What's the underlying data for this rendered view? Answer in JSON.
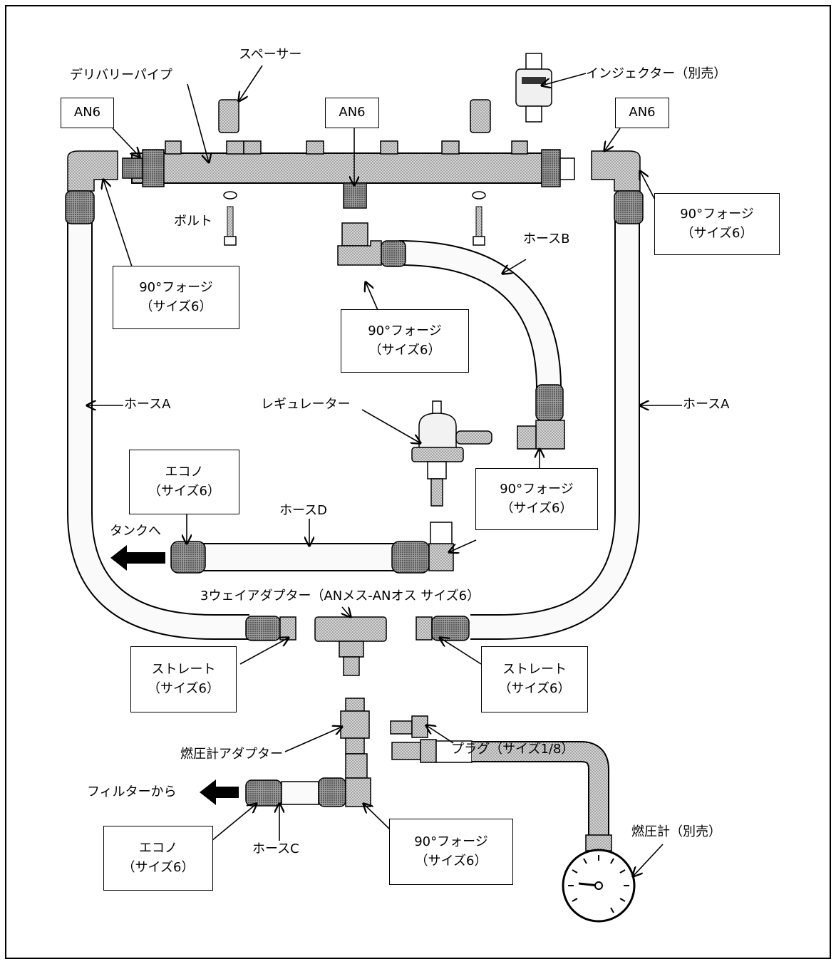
{
  "labels": {
    "an6_left": "AN6",
    "an6_center": "AN6",
    "an6_right": "AN6",
    "delivery_pipe": "デリバリーパイプ",
    "spacer": "スペーサー",
    "injector": "インジェクター（別売）",
    "bolt": "ボルト",
    "forge_1": [
      "90°フォージ",
      "（サイズ6）"
    ],
    "forge_2": [
      "90°フォージ",
      "（サイズ6）"
    ],
    "forge_3": [
      "90°フォージ",
      "（サイズ6）"
    ],
    "forge_4": [
      "90°フォージ",
      "（サイズ6）"
    ],
    "forge_5": [
      "90°フォージ",
      "（サイズ6）"
    ],
    "hose_a_left": "ホースA",
    "hose_a_right": "ホースA",
    "hose_b": "ホースB",
    "hose_c": "ホースC",
    "hose_d": "ホースD",
    "regulator": "レギュレーター",
    "econo_top": [
      "エコノ",
      "（サイズ6）"
    ],
    "econo_bottom": [
      "エコノ",
      "（サイズ6）"
    ],
    "to_tank": "タンクへ",
    "three_way": "3ウェイアダプター（ANメス-ANオス サイズ6）",
    "straight_left": [
      "ストレート",
      "（サイズ6）"
    ],
    "straight_right": [
      "ストレート",
      "（サイズ6）"
    ],
    "gauge_adapter": "燃圧計アダプター",
    "plug": "プラグ（サイズ1/8）",
    "from_filter": "フィルターから",
    "gauge": "燃圧計（別売）"
  }
}
